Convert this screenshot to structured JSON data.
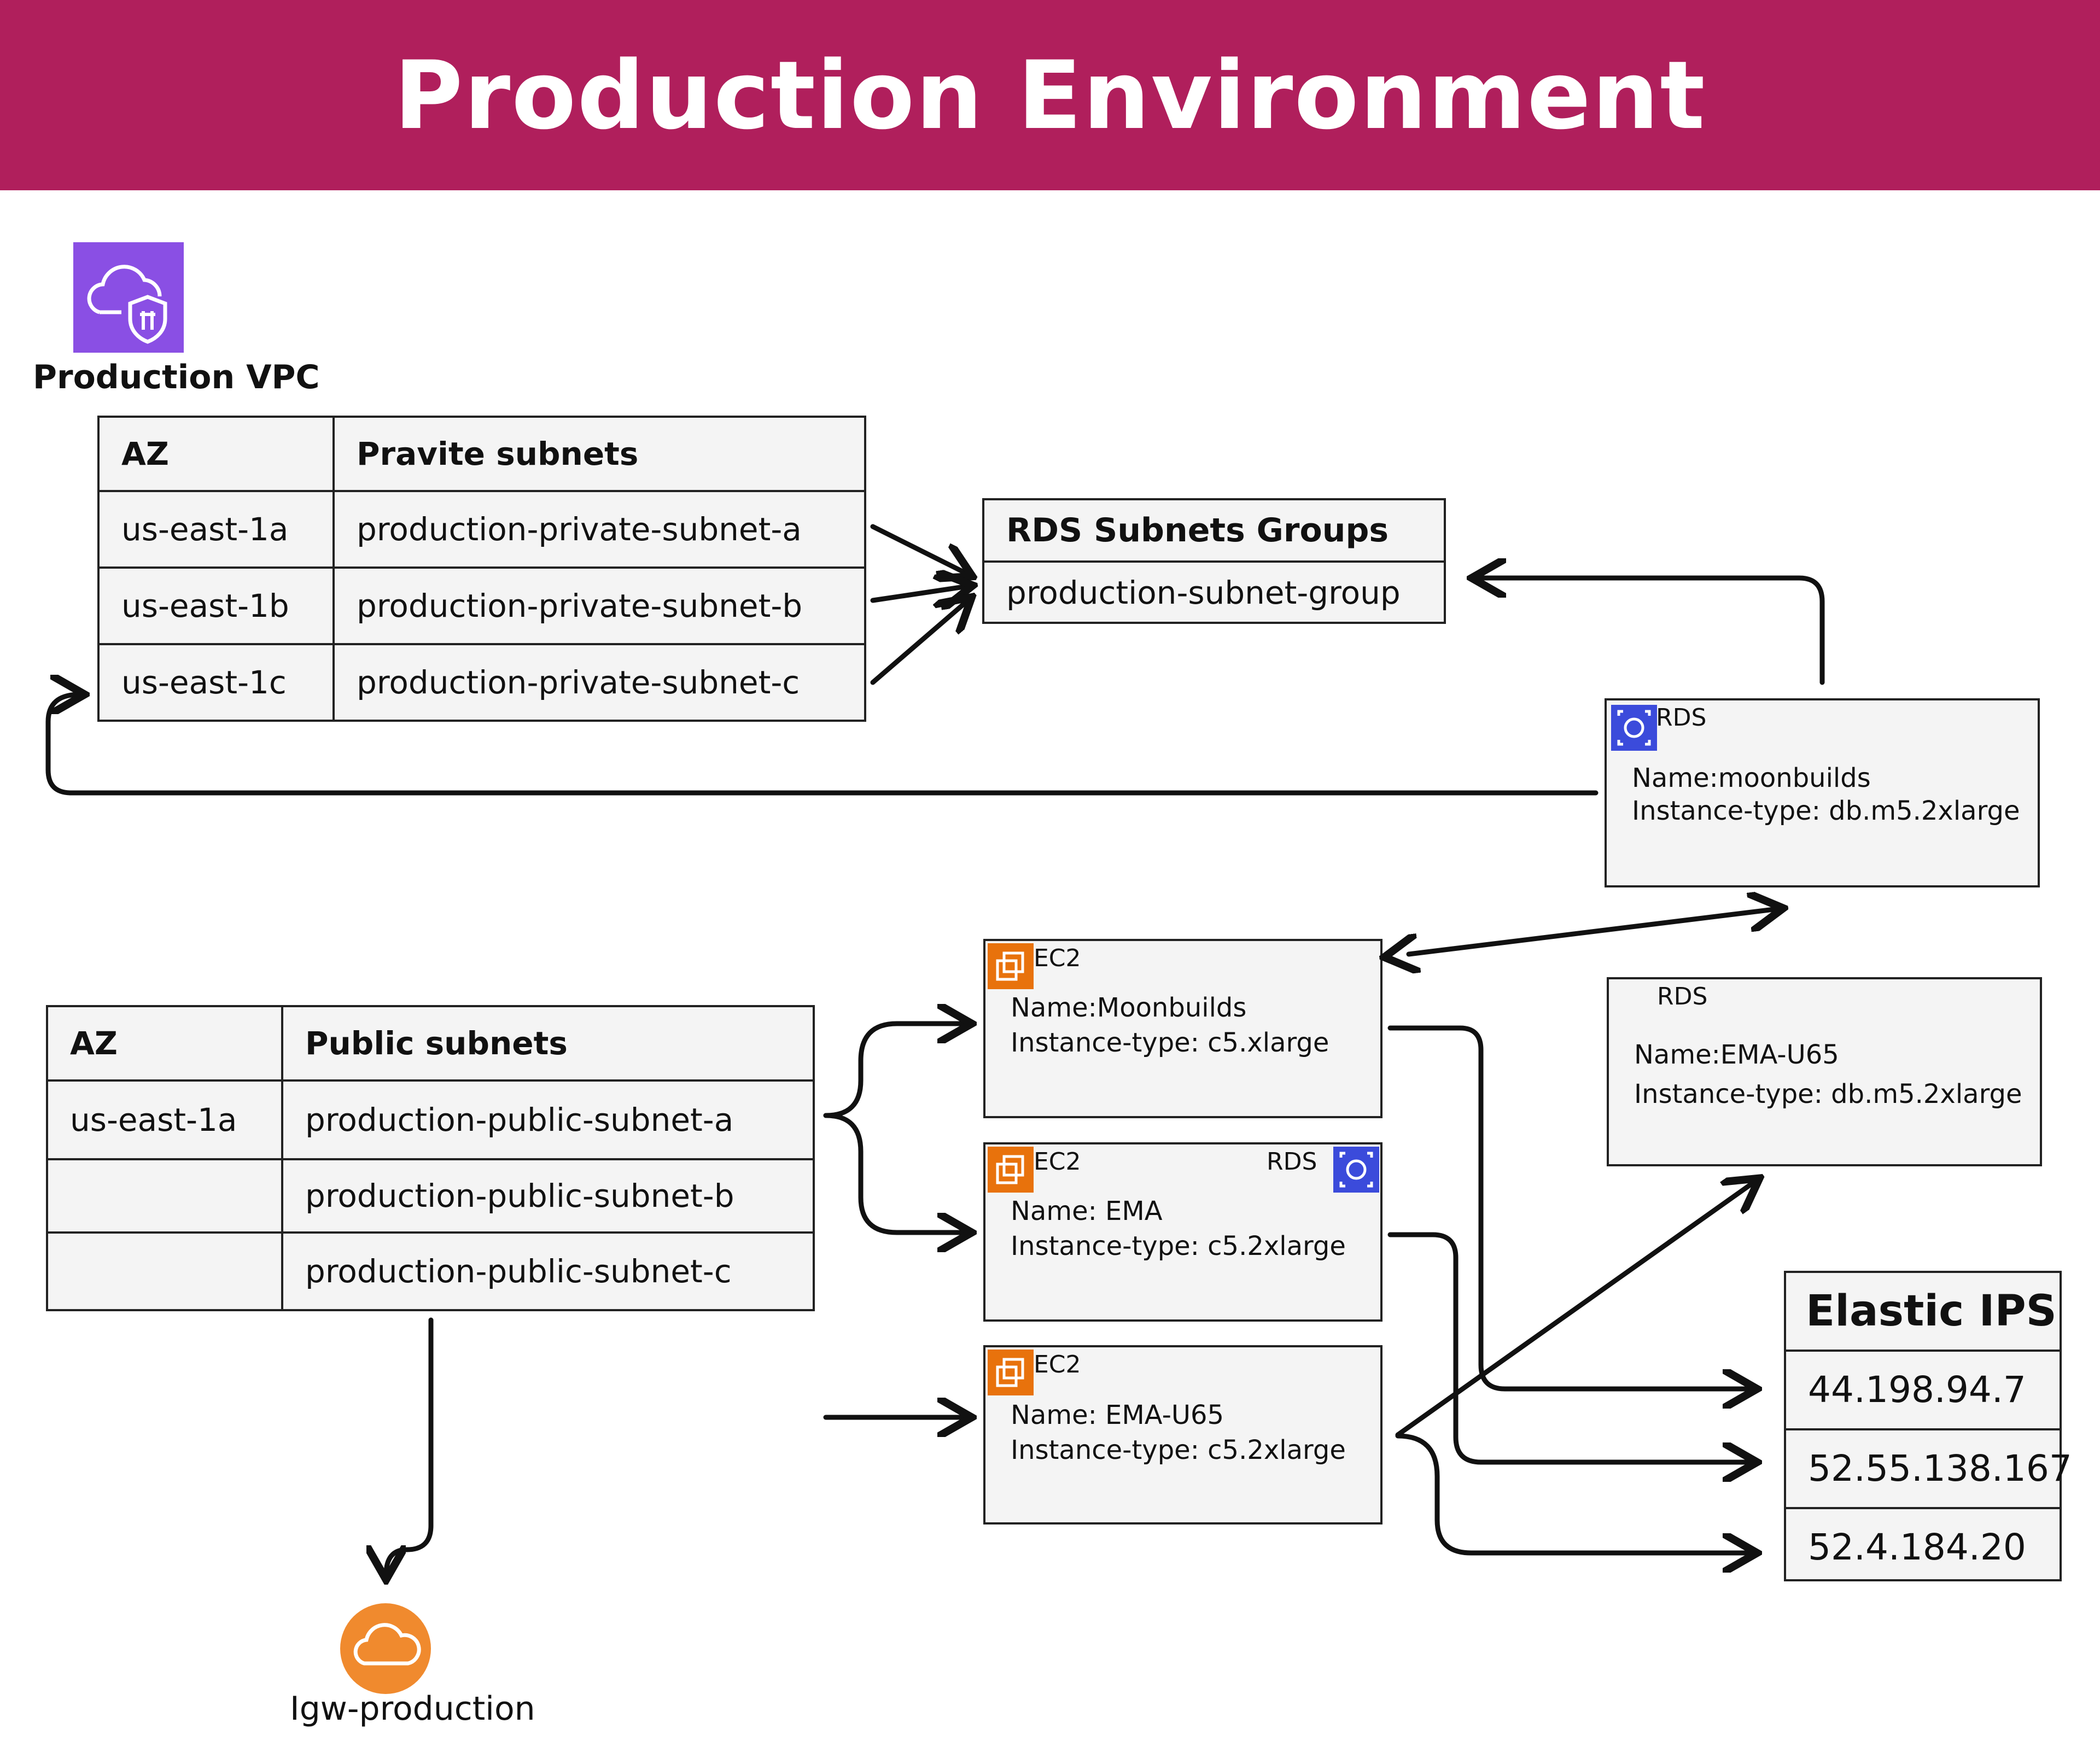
{
  "title": "Production Environment",
  "vpc": {
    "label": "Production VPC",
    "icon": "vpc-shield-cloud-icon"
  },
  "private_table": {
    "headers": [
      "AZ",
      "Pravite subnets"
    ],
    "rows": [
      [
        "us-east-1a",
        "production-private-subnet-a"
      ],
      [
        "us-east-1b",
        "production-private-subnet-b"
      ],
      [
        "us-east-1c",
        "production-private-subnet-c"
      ]
    ]
  },
  "rds_subnet_group": {
    "title": "RDS Subnets Groups",
    "value": "production-subnet-group"
  },
  "rds_moonbuilds": {
    "tag": "RDS",
    "name": "Name:moonbuilds",
    "type": "Instance-type: db.m5.2xlarge"
  },
  "rds_ema_u65": {
    "tag": "RDS",
    "name": "Name:EMA-U65",
    "type": "Instance-type: db.m5.2xlarge"
  },
  "public_table": {
    "headers": [
      "AZ",
      "Public subnets"
    ],
    "rows": [
      [
        "us-east-1a",
        "production-public-subnet-a"
      ],
      [
        "",
        "production-public-subnet-b"
      ],
      [
        "",
        "production-public-subnet-c"
      ]
    ]
  },
  "ec2_moonbuilds": {
    "tag": "EC2",
    "name": "Name:Moonbuilds",
    "type": "Instance-type: c5.xlarge"
  },
  "ec2_ema": {
    "tag": "EC2",
    "rds_tag": "RDS",
    "name": "Name: EMA",
    "type": "Instance-type: c5.2xlarge"
  },
  "ec2_ema_u65": {
    "tag": "EC2",
    "name": "Name: EMA-U65",
    "type": "Instance-type: c5.2xlarge"
  },
  "elastic_ips": {
    "title": "Elastic IPS",
    "ips": [
      "44.198.94.7",
      "52.55.138.167",
      "52.4.184.20"
    ]
  },
  "igw": {
    "label": "Igw-production",
    "icon": "internet-gateway-cloud-icon"
  },
  "colors": {
    "banner": "#b01f5c",
    "vpc_icon": "#8a4fe4",
    "ec2_icon": "#e8720c",
    "rds_icon": "#3b4bdb",
    "igw_icon": "#f08a2e"
  }
}
